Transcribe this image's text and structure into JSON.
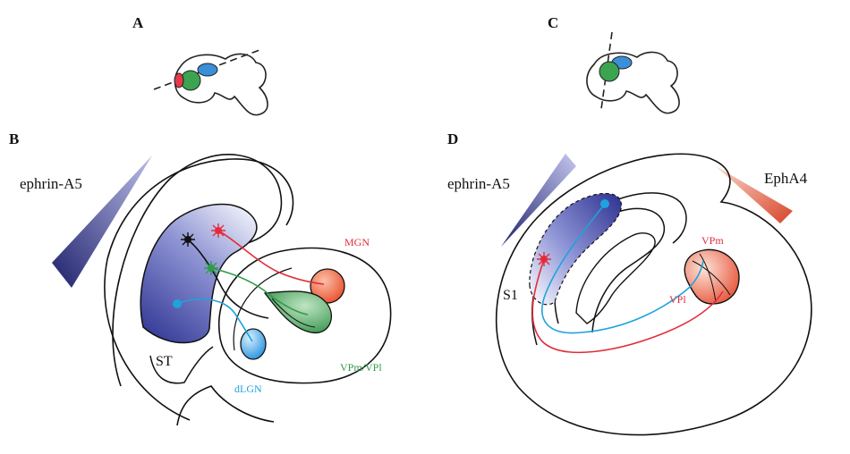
{
  "panels": {
    "a": "A",
    "b": "B",
    "c": "C",
    "d": "D"
  },
  "left": {
    "gradient_label": "ephrin-A5",
    "region_label": "ST",
    "nuclei": {
      "mgn": "MGN",
      "vpm_vpl": "VPm/VPl",
      "dlgn": "dLGN"
    }
  },
  "right": {
    "gradient_label_left": "ephrin-A5",
    "gradient_label_right": "EphA4",
    "region_label": "S1",
    "nuclei": {
      "vpm": "VPm",
      "vpl": "VPl"
    }
  },
  "colors": {
    "ephrin_gradient_dark": "#2a2c7a",
    "epha4_gradient_dark": "#d64a2e",
    "red": "#e32c3b",
    "green": "#2f9b48",
    "blue": "#1ea3dc",
    "black": "#111111",
    "mgn_fill": "#f06a48",
    "dlgn_fill": "#3aa7e6",
    "vp_fill": "#49a85a"
  }
}
